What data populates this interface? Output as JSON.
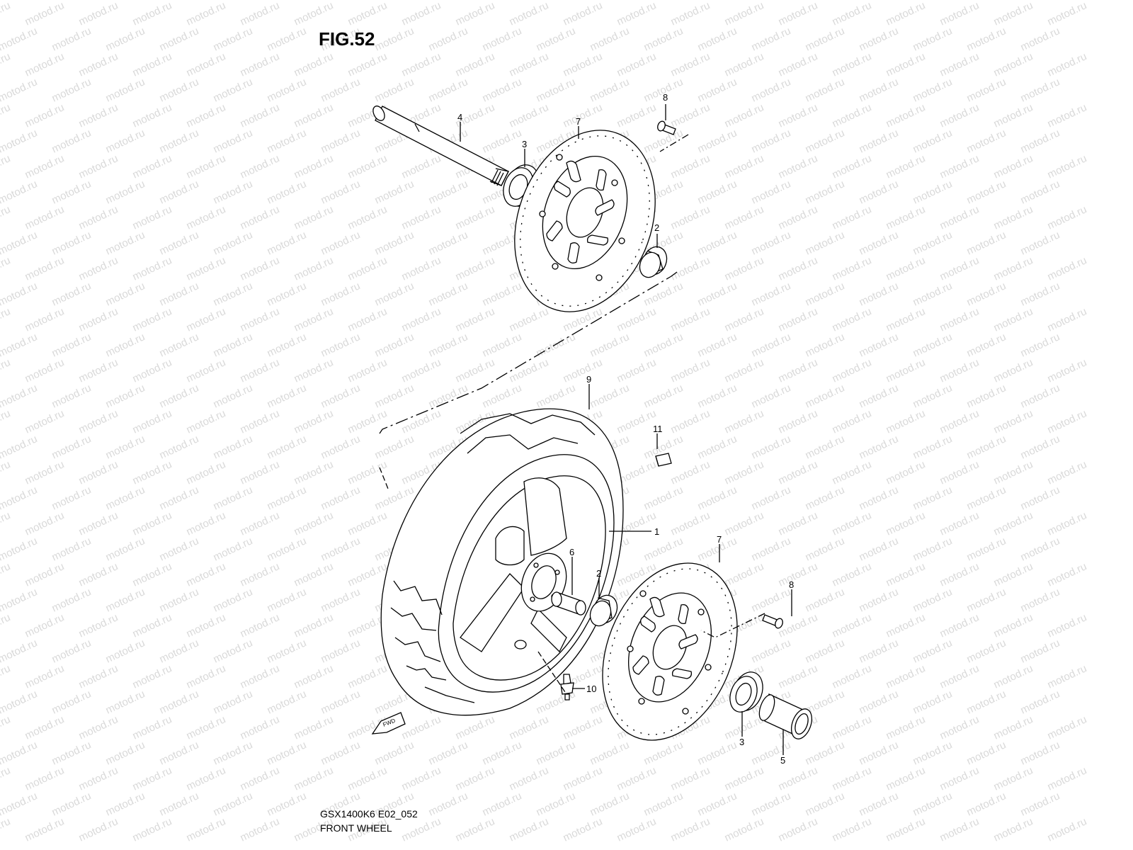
{
  "figure": {
    "title": "FIG.52"
  },
  "footer": {
    "model_code": "GSX1400K6 E02_052",
    "diagram_name": "FRONT WHEEL"
  },
  "watermark": {
    "text": "motod.ru",
    "color": "#d9d9d9"
  },
  "callouts": {
    "axle": "4",
    "oil_seal_top": "3",
    "brake_disc_top": "7",
    "disc_bolt_top": "8",
    "bearing_top": "2",
    "tire": "9",
    "balancer": "11",
    "wheel": "1",
    "spacer": "6",
    "bearing_bottom": "2",
    "brake_disc_bottom": "7",
    "disc_bolt_bottom": "8",
    "valve": "10",
    "oil_seal_bottom": "3",
    "collar": "5"
  },
  "fwd_label": "FWD",
  "colors": {
    "line": "#000000",
    "background": "#ffffff"
  }
}
